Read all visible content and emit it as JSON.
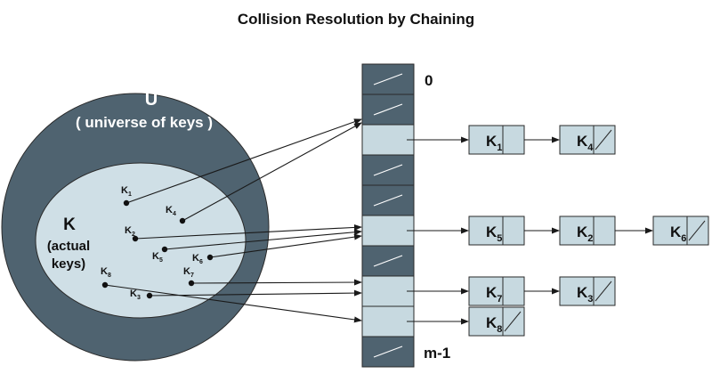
{
  "title": "Collision Resolution by Chaining",
  "colors": {
    "universe": "#4f6370",
    "actual_keys": "#cfdfe6",
    "empty_slot": "#4f6370",
    "filled_slot": "#c7d9e0",
    "node": "#c7d9e0",
    "stroke": "#2a2a2a"
  },
  "universe": {
    "letter": "U",
    "text": "( universe of keys )"
  },
  "actual": {
    "letter": "K",
    "line1": "(actual",
    "line2": "keys)"
  },
  "keys": [
    {
      "base": "K",
      "sub": "1"
    },
    {
      "base": "K",
      "sub": "4"
    },
    {
      "base": "K",
      "sub": "2"
    },
    {
      "base": "K",
      "sub": "5"
    },
    {
      "base": "K",
      "sub": "6"
    },
    {
      "base": "K",
      "sub": "7"
    },
    {
      "base": "K",
      "sub": "8"
    },
    {
      "base": "K",
      "sub": "3"
    }
  ],
  "table": {
    "first_label": "0",
    "last_label": "m-1",
    "slots": [
      "empty",
      "empty",
      "filled",
      "empty",
      "empty",
      "filled",
      "empty",
      "filled",
      "filled",
      "empty"
    ]
  },
  "chains": [
    {
      "slot": 2,
      "nodes": [
        {
          "base": "K",
          "sub": "1",
          "last": false
        },
        {
          "base": "K",
          "sub": "4",
          "last": true
        }
      ]
    },
    {
      "slot": 5,
      "nodes": [
        {
          "base": "K",
          "sub": "5",
          "last": false
        },
        {
          "base": "K",
          "sub": "2",
          "last": false
        },
        {
          "base": "K",
          "sub": "6",
          "last": true
        }
      ]
    },
    {
      "slot": 7,
      "nodes": [
        {
          "base": "K",
          "sub": "7",
          "last": false
        },
        {
          "base": "K",
          "sub": "3",
          "last": true
        }
      ]
    },
    {
      "slot": 8,
      "nodes": [
        {
          "base": "K",
          "sub": "8",
          "last": true
        }
      ]
    }
  ],
  "mappings": [
    {
      "key": 0,
      "slot": 2
    },
    {
      "key": 1,
      "slot": 2
    },
    {
      "key": 2,
      "slot": 5
    },
    {
      "key": 3,
      "slot": 5
    },
    {
      "key": 4,
      "slot": 5
    },
    {
      "key": 5,
      "slot": 7
    },
    {
      "key": 7,
      "slot": 7
    },
    {
      "key": 6,
      "slot": 8
    }
  ]
}
